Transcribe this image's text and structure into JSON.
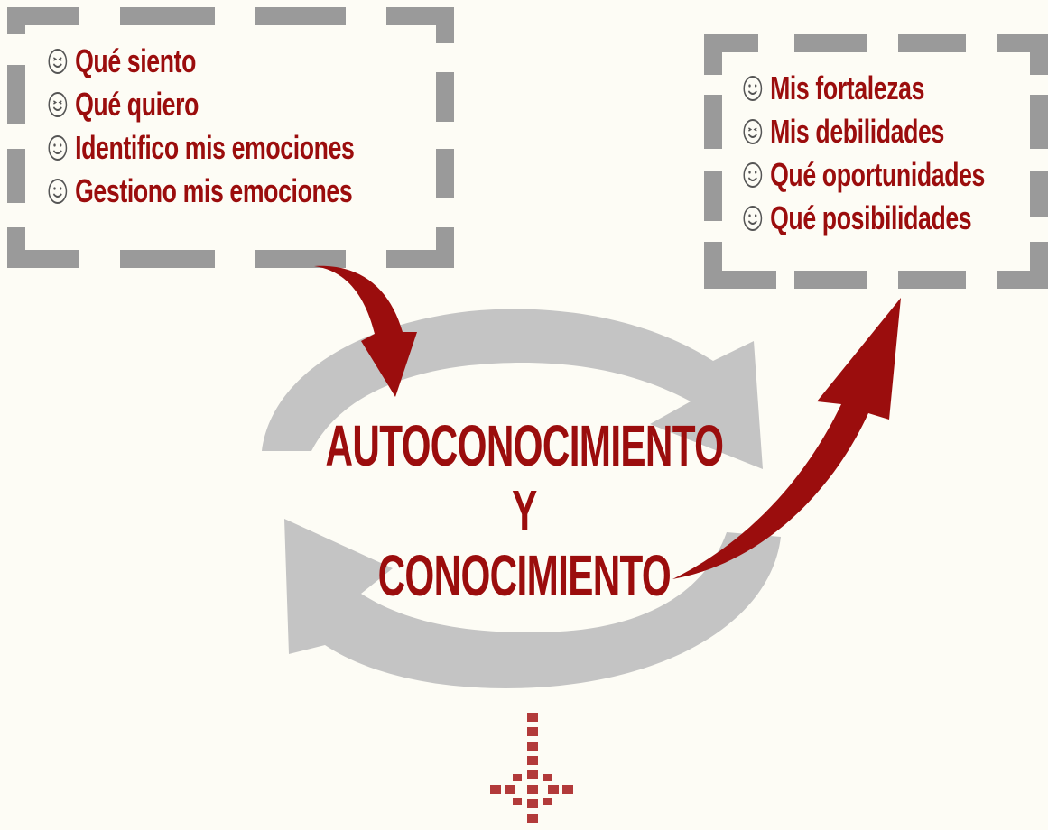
{
  "left_box": {
    "items": [
      {
        "icon": "smiley-icon",
        "label": "Qué siento"
      },
      {
        "icon": "smiley-icon",
        "label": "Qué quiero"
      },
      {
        "icon": "smiley-icon",
        "label": "Identifico mis emociones"
      },
      {
        "icon": "smiley-icon",
        "label": "Gestiono mis emociones"
      }
    ]
  },
  "right_box": {
    "items": [
      {
        "icon": "smiley-icon",
        "label": "Mis fortalezas"
      },
      {
        "icon": "smiley-icon",
        "label": "Mis debilidades"
      },
      {
        "icon": "smiley-icon",
        "label": "Qué oportunidades"
      },
      {
        "icon": "smiley-icon",
        "label": "Qué posibilidades"
      }
    ]
  },
  "center": {
    "line1": "AUTOCONOCIMIENTO",
    "line2": "Y",
    "line3": "CONOCIMIENTO"
  },
  "colors": {
    "accent": "#9b0d0d",
    "cycle": "#c4c4c4",
    "frame": "#9a9a9a",
    "plus": "#b23a3a",
    "background": "#fdfcf5"
  }
}
